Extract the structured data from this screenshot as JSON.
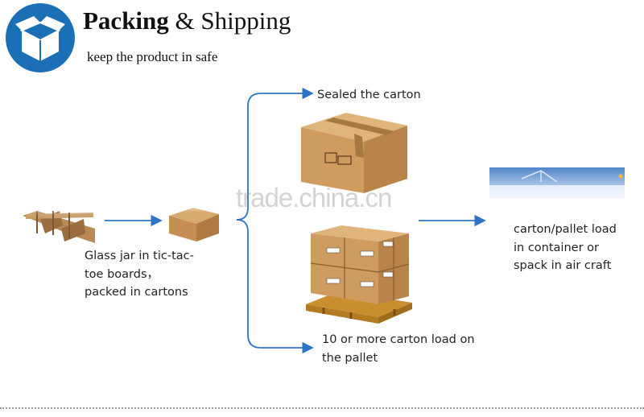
{
  "header": {
    "title_bold": "Packing",
    "title_rest": "& Shipping",
    "subtitle": "keep the product in safe"
  },
  "icons": {
    "logo": "open-box-icon",
    "colors": {
      "logo_bg": "#1a6fb5",
      "arrow": "#2e74c6",
      "cardboard": "#c99a5f"
    }
  },
  "steps": {
    "glass_jar": "Glass jar in tic-tac-toe boards，packed in cartons",
    "sealed": "Sealed the carton",
    "pallet": "10 or more carton load on the pallet",
    "shipping": "carton/pallet load in container or spack in air craft"
  },
  "lines": {
    "glass_jar": [
      "Glass jar in tic-tac-",
      "toe boards，",
      "packed in cartons"
    ],
    "pallet": [
      "10 or more carton load on",
      "the pallet"
    ],
    "shipping": [
      "carton/pallet load",
      "in container or",
      "spack in air craft"
    ]
  },
  "watermark": "trade.china.cn"
}
